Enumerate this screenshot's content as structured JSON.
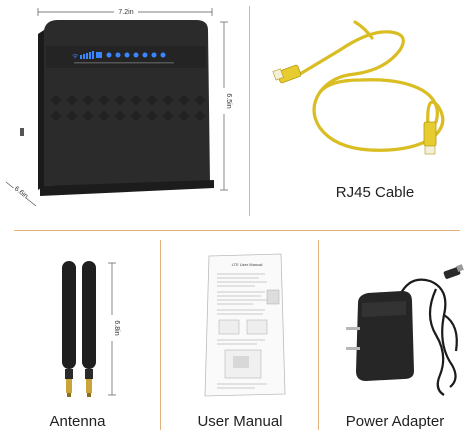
{
  "router": {
    "width_label": "7.2in",
    "height_label": "6.5in",
    "depth_label": "6.6in"
  },
  "cable": {
    "label": "RJ45 Cable"
  },
  "antenna": {
    "label": "Antenna",
    "length_label": "6.8in"
  },
  "manual": {
    "label": "User Manual",
    "doc_title": "LTE User Manual"
  },
  "adapter": {
    "label": "Power Adapter"
  },
  "colors": {
    "divider": "#e3b27a",
    "cable": "#e6cc2e",
    "router": "#2a2a2a",
    "led": "#3a86ff"
  }
}
